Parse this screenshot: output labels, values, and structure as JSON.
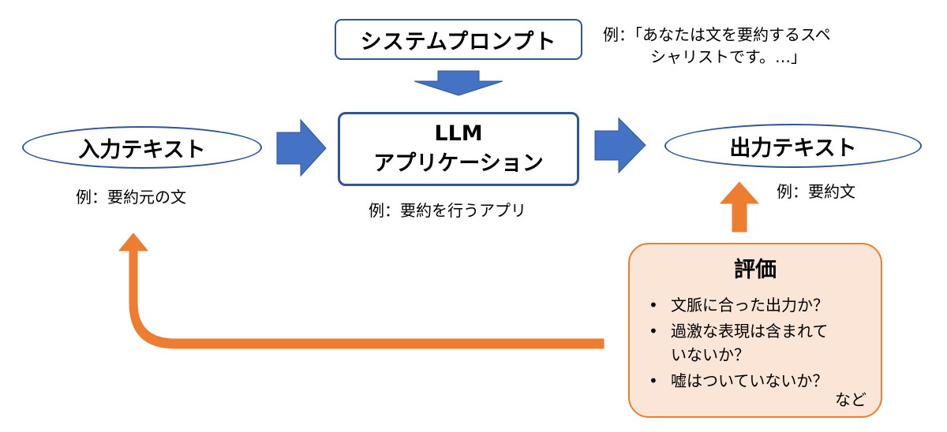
{
  "system_prompt": {
    "label": "システムプロンプト",
    "example_line1": "例：「あなたは文を要約するスペ",
    "example_line2": "シャリストです。…」"
  },
  "input": {
    "label": "入力テキスト",
    "example": "例：要約元の文"
  },
  "llm_app": {
    "label_line1": "LLM",
    "label_line2": "アプリケーション",
    "example": "例：要約を行うアプリ"
  },
  "output": {
    "label": "出力テキスト",
    "example": "例：要約文"
  },
  "evaluation": {
    "title": "評価",
    "bullet": "•",
    "items": [
      {
        "line1": "文脈に合った出力か？",
        "line2": ""
      },
      {
        "line1": "過激な表現は含まれて",
        "line2": "いないか？"
      },
      {
        "line1": "嘘はついていないか？",
        "line2": ""
      }
    ],
    "more": "など"
  },
  "colors": {
    "blue_arrow": "#4472C4",
    "blue_border": "#2F5597",
    "orange_arrow": "#ED7D31",
    "eval_fill": "#FBE5D6"
  }
}
